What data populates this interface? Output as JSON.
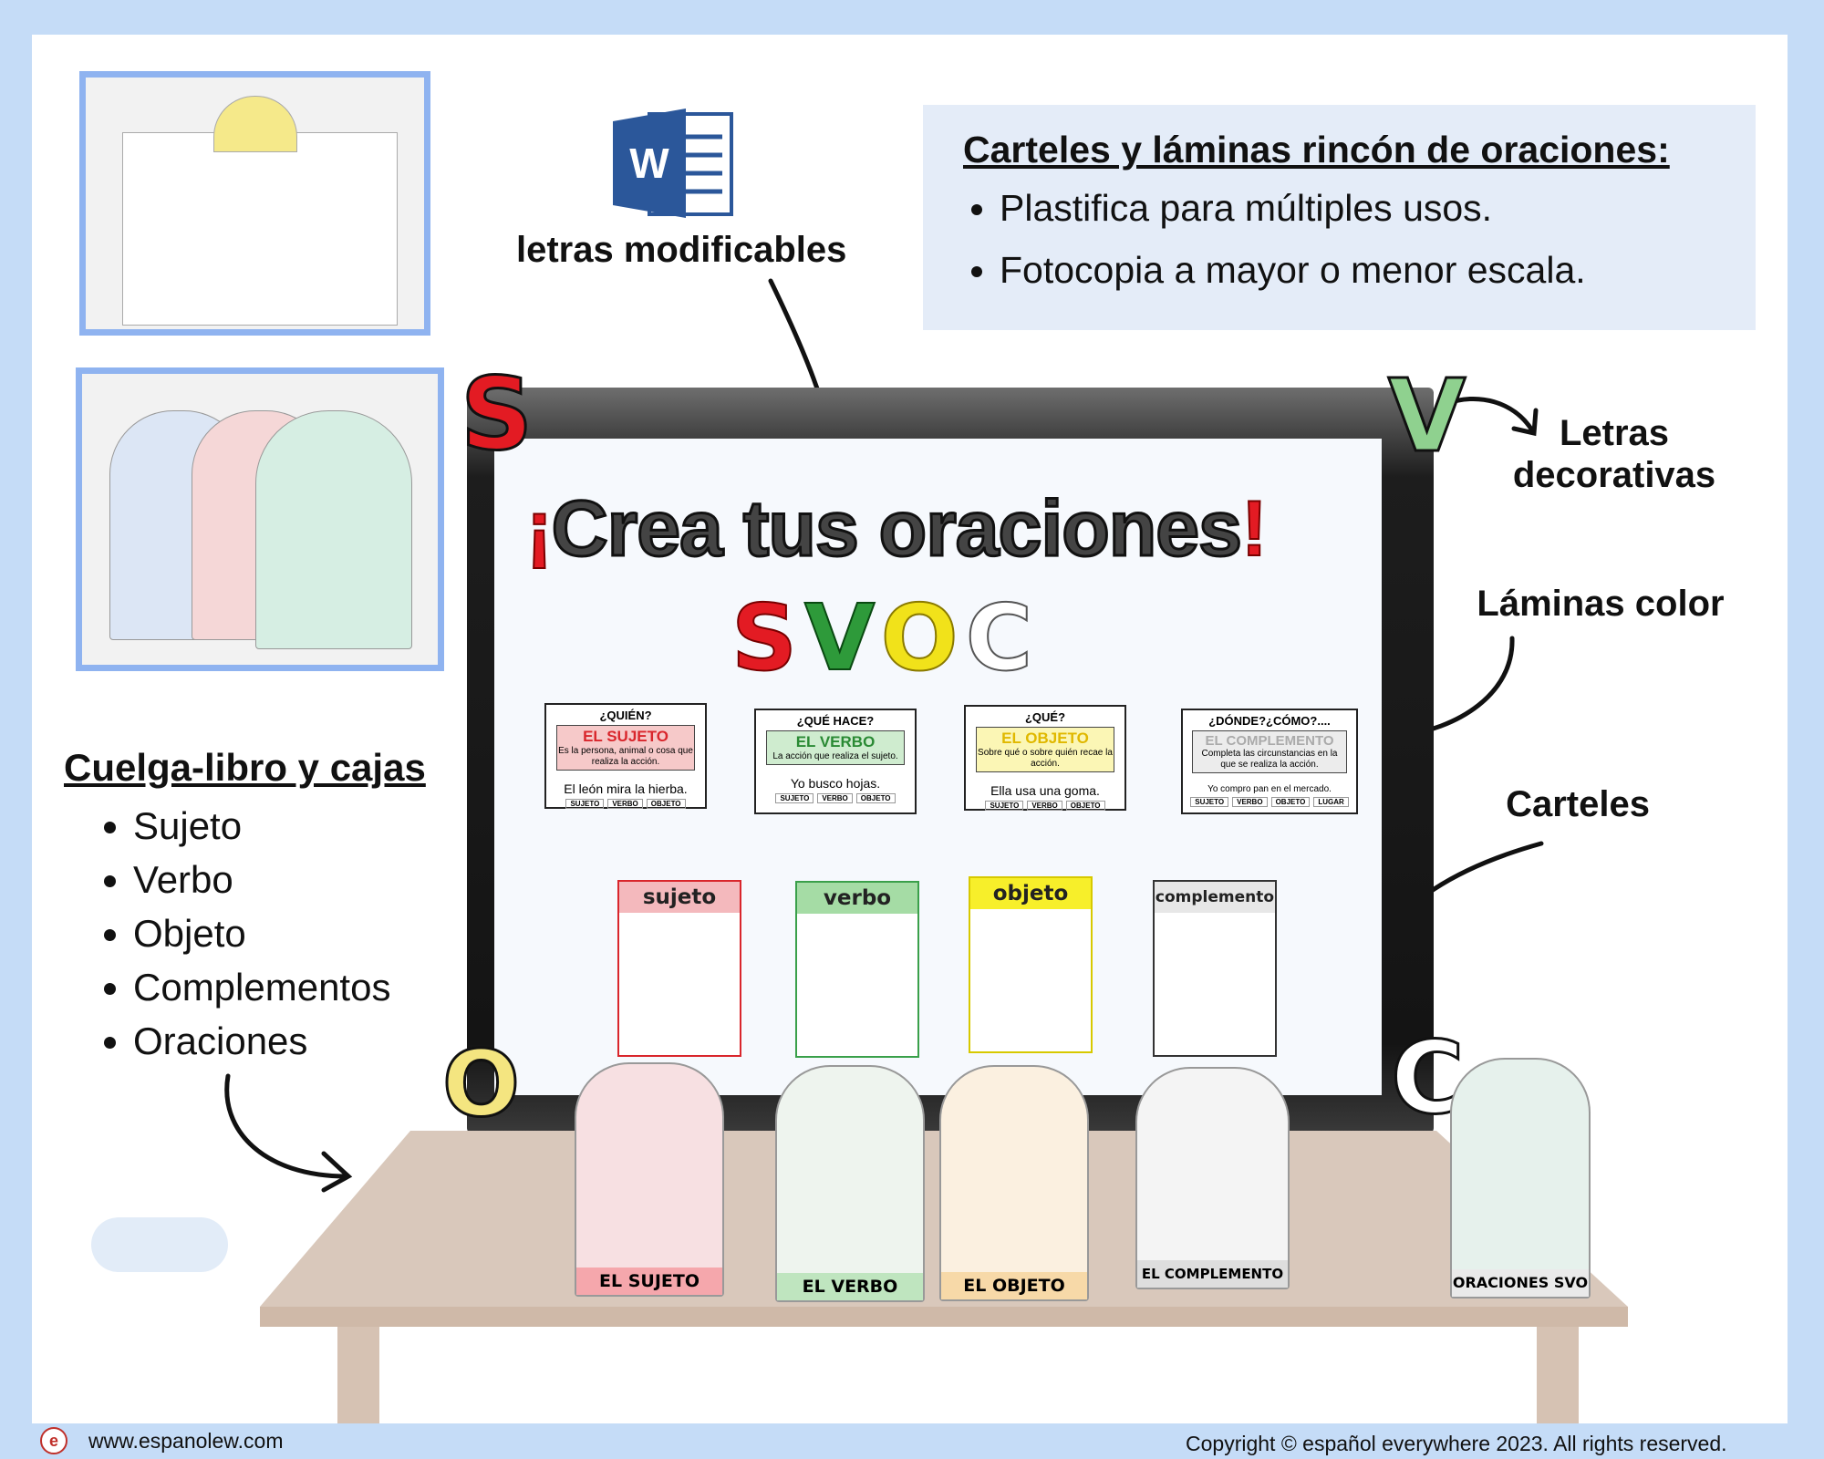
{
  "info": {
    "title": "Carteles y láminas rincón de oraciones:",
    "items": [
      "Plastifica para múltiples usos.",
      "Fotocopia a mayor o menor escala."
    ]
  },
  "word_label": "letras modificables",
  "left": {
    "title": "Cuelga-libro y cajas",
    "items": [
      "Sujeto",
      "Verbo",
      "Objeto",
      "Complementos",
      "Oraciones"
    ]
  },
  "side_labels": {
    "decorativas": "Letras decorativas",
    "laminas": "Láminas color",
    "carteles": "Carteles"
  },
  "board": {
    "title_open": "¡",
    "title_text": "Crea tus oraciones",
    "title_close": "!",
    "svoc": [
      "S",
      "V",
      "O",
      "C"
    ],
    "svoc_colors": [
      "#e31b23",
      "#2e9a3a",
      "#f1e21a",
      "#ffffff"
    ]
  },
  "cards": [
    {
      "q": "¿QUIÉN?",
      "name": "EL SUJETO",
      "desc": "Es la persona, animal o cosa que realiza la acción.",
      "example": "El león  mira  la hierba.",
      "tags": [
        "SUJETO",
        "VERBO",
        "OBJETO"
      ],
      "color": "#f6c9c9",
      "name_color": "#d9262c"
    },
    {
      "q": "¿QUÉ HACE?",
      "name": "EL VERBO",
      "desc": "La acción que realiza el sujeto.",
      "example": "Yo  busco  hojas.",
      "tags": [
        "SUJETO",
        "VERBO",
        "OBJETO"
      ],
      "color": "#cfeccf",
      "name_color": "#2a8a34"
    },
    {
      "q": "¿QUÉ?",
      "name": "EL OBJETO",
      "desc": "Sobre qué o sobre quién recae la acción.",
      "example": "Ella  usa  una goma.",
      "tags": [
        "SUJETO",
        "VERBO",
        "OBJETO"
      ],
      "color": "#fbf6b5",
      "name_color": "#e8c500"
    },
    {
      "q": "¿DÓNDE?¿CÓMO?....",
      "name": "EL COMPLEMENTO",
      "desc": "Completa las circunstancias en la que se realiza la acción.",
      "example": "Yo  compro  pan  en el mercado.",
      "tags": [
        "SUJETO",
        "VERBO",
        "OBJETO",
        "LUGAR"
      ],
      "color": "#ececec",
      "name_color": "#bdbdbd"
    }
  ],
  "posters": [
    {
      "label": "sujeto",
      "color": "#f4b9bd",
      "border": "#d9262c"
    },
    {
      "label": "verbo",
      "color": "#a5dca5",
      "border": "#3aa04a"
    },
    {
      "label": "objeto",
      "color": "#f7ef2a",
      "border": "#d7c900"
    },
    {
      "label": "complemento",
      "color": "#e7e7e7",
      "border": "#333333"
    }
  ],
  "deco_letters": {
    "s": "S",
    "v": "V",
    "o": "O",
    "c": "C"
  },
  "boxes": [
    {
      "label": "EL SUJETO",
      "color": "#f5a7ac"
    },
    {
      "label": "EL VERBO",
      "color": "#bfe5bf"
    },
    {
      "label": "EL OBJETO",
      "color": "#f7d9a8"
    },
    {
      "label": "EL COMPLEMENTO",
      "color": "#dedede"
    },
    {
      "label": "ORACIONES SVO",
      "color": "#eaeaea"
    }
  ],
  "footer": {
    "url": "www.espanolew.com",
    "copyright": "Copyright © español everywhere 2023. All rights reserved."
  }
}
